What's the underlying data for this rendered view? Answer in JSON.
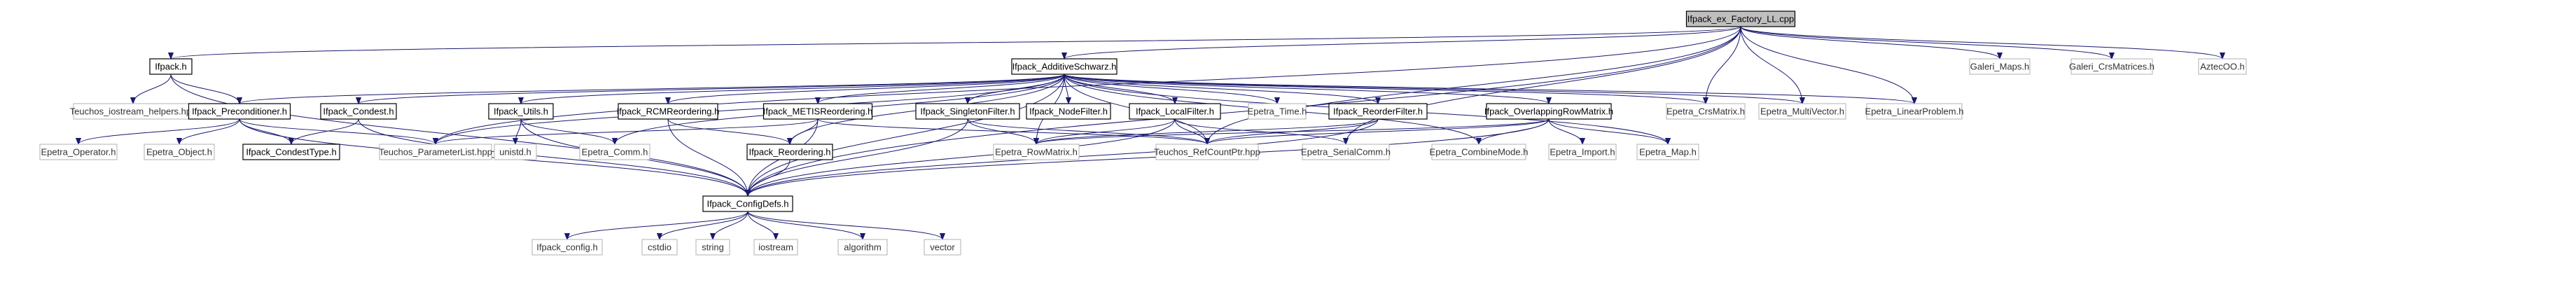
{
  "graph": {
    "title": "Include dependency graph for Ifpack_ex_Factory_LL.cpp",
    "edge_color": "#191970",
    "nodes": [
      {
        "id": "root",
        "label": "Ifpack_ex_Factory_LL.cpp",
        "kind": "current"
      },
      {
        "id": "ifpack_h",
        "label": "Ifpack.h",
        "kind": "documented"
      },
      {
        "id": "teuchos_iostream",
        "label": "Teuchos_iostream_helpers.hpp",
        "kind": "external"
      },
      {
        "id": "precond",
        "label": "Ifpack_Preconditioner.h",
        "kind": "documented"
      },
      {
        "id": "epetra_operator",
        "label": "Epetra_Operator.h",
        "kind": "external"
      },
      {
        "id": "epetra_object",
        "label": "Epetra_Object.h",
        "kind": "external"
      },
      {
        "id": "condest_type",
        "label": "Ifpack_CondestType.h",
        "kind": "documented"
      },
      {
        "id": "condest",
        "label": "Ifpack_Condest.h",
        "kind": "documented"
      },
      {
        "id": "param_list",
        "label": "Teuchos_ParameterList.hpp",
        "kind": "external"
      },
      {
        "id": "utils",
        "label": "Ifpack_Utils.h",
        "kind": "documented"
      },
      {
        "id": "unistd",
        "label": "unistd.h",
        "kind": "external"
      },
      {
        "id": "epetra_comm",
        "label": "Epetra_Comm.h",
        "kind": "external"
      },
      {
        "id": "rcm",
        "label": "Ifpack_RCMReordering.h",
        "kind": "documented"
      },
      {
        "id": "metis",
        "label": "Ifpack_METISReordering.h",
        "kind": "documented"
      },
      {
        "id": "reordering",
        "label": "Ifpack_Reordering.h",
        "kind": "documented"
      },
      {
        "id": "singleton",
        "label": "Ifpack_SingletonFilter.h",
        "kind": "documented"
      },
      {
        "id": "nodefilter",
        "label": "Ifpack_NodeFilter.h",
        "kind": "documented"
      },
      {
        "id": "localfilter",
        "label": "Ifpack_LocalFilter.h",
        "kind": "documented"
      },
      {
        "id": "epetra_rowmatrix",
        "label": "Epetra_RowMatrix.h",
        "kind": "external"
      },
      {
        "id": "rcp",
        "label": "Teuchos_RefCountPtr.hpp",
        "kind": "external"
      },
      {
        "id": "epetra_time",
        "label": "Epetra_Time.h",
        "kind": "external"
      },
      {
        "id": "reorderfilter",
        "label": "Ifpack_ReorderFilter.h",
        "kind": "documented"
      },
      {
        "id": "epetra_serialcomm",
        "label": "Epetra_SerialComm.h",
        "kind": "external"
      },
      {
        "id": "overlap",
        "label": "Ifpack_OverlappingRowMatrix.h",
        "kind": "documented"
      },
      {
        "id": "epetra_combinemode",
        "label": "Epetra_CombineMode.h",
        "kind": "external"
      },
      {
        "id": "epetra_import",
        "label": "Epetra_Import.h",
        "kind": "external"
      },
      {
        "id": "epetra_map",
        "label": "Epetra_Map.h",
        "kind": "external"
      },
      {
        "id": "additive",
        "label": "Ifpack_AdditiveSchwarz.h",
        "kind": "documented"
      },
      {
        "id": "epetra_crsmatrix",
        "label": "Epetra_CrsMatrix.h",
        "kind": "external"
      },
      {
        "id": "epetra_multivector",
        "label": "Epetra_MultiVector.h",
        "kind": "external"
      },
      {
        "id": "epetra_linearproblem",
        "label": "Epetra_LinearProblem.h",
        "kind": "external"
      },
      {
        "id": "galeri_maps",
        "label": "Galeri_Maps.h",
        "kind": "external"
      },
      {
        "id": "galeri_crs",
        "label": "Galeri_CrsMatrices.h",
        "kind": "external"
      },
      {
        "id": "aztecoo",
        "label": "AztecOO.h",
        "kind": "external"
      },
      {
        "id": "configdefs",
        "label": "Ifpack_ConfigDefs.h",
        "kind": "documented"
      },
      {
        "id": "ifpack_config",
        "label": "Ifpack_config.h",
        "kind": "external"
      },
      {
        "id": "cstdio",
        "label": "cstdio",
        "kind": "external"
      },
      {
        "id": "string",
        "label": "string",
        "kind": "external"
      },
      {
        "id": "iostream",
        "label": "iostream",
        "kind": "external"
      },
      {
        "id": "algorithm",
        "label": "algorithm",
        "kind": "external"
      },
      {
        "id": "vector",
        "label": "vector",
        "kind": "external"
      }
    ],
    "edges": [
      [
        "root",
        "ifpack_h"
      ],
      [
        "root",
        "additive"
      ],
      [
        "root",
        "param_list"
      ],
      [
        "root",
        "configdefs"
      ],
      [
        "root",
        "epetra_crsmatrix"
      ],
      [
        "root",
        "epetra_multivector"
      ],
      [
        "root",
        "epetra_linearproblem"
      ],
      [
        "root",
        "galeri_maps"
      ],
      [
        "root",
        "galeri_crs"
      ],
      [
        "root",
        "aztecoo"
      ],
      [
        "root",
        "epetra_serialcomm"
      ],
      [
        "root",
        "rcp"
      ],
      [
        "ifpack_h",
        "teuchos_iostream"
      ],
      [
        "ifpack_h",
        "precond"
      ],
      [
        "ifpack_h",
        "configdefs"
      ],
      [
        "precond",
        "epetra_operator"
      ],
      [
        "precond",
        "epetra_object"
      ],
      [
        "precond",
        "condest_type"
      ],
      [
        "precond",
        "param_list"
      ],
      [
        "precond",
        "configdefs"
      ],
      [
        "condest",
        "condest_type"
      ],
      [
        "condest",
        "configdefs"
      ],
      [
        "utils",
        "unistd"
      ],
      [
        "utils",
        "epetra_comm"
      ],
      [
        "utils",
        "configdefs"
      ],
      [
        "rcm",
        "reordering"
      ],
      [
        "rcm",
        "configdefs"
      ],
      [
        "metis",
        "reordering"
      ],
      [
        "metis",
        "param_list"
      ],
      [
        "metis",
        "rcp"
      ],
      [
        "metis",
        "configdefs"
      ],
      [
        "reordering",
        "configdefs"
      ],
      [
        "singleton",
        "epetra_rowmatrix"
      ],
      [
        "singleton",
        "rcp"
      ],
      [
        "singleton",
        "configdefs"
      ],
      [
        "localfilter",
        "epetra_rowmatrix"
      ],
      [
        "localfilter",
        "rcp"
      ],
      [
        "localfilter",
        "epetra_serialcomm"
      ],
      [
        "localfilter",
        "configdefs"
      ],
      [
        "reorderfilter",
        "epetra_rowmatrix"
      ],
      [
        "reorderfilter",
        "rcp"
      ],
      [
        "reorderfilter",
        "configdefs"
      ],
      [
        "overlap",
        "epetra_rowmatrix"
      ],
      [
        "overlap",
        "rcp"
      ],
      [
        "overlap",
        "epetra_combinemode"
      ],
      [
        "overlap",
        "epetra_import"
      ],
      [
        "overlap",
        "epetra_map"
      ],
      [
        "overlap",
        "configdefs"
      ],
      [
        "additive",
        "precond"
      ],
      [
        "additive",
        "condest"
      ],
      [
        "additive",
        "utils"
      ],
      [
        "additive",
        "rcm"
      ],
      [
        "additive",
        "metis"
      ],
      [
        "additive",
        "reordering"
      ],
      [
        "additive",
        "singleton"
      ],
      [
        "additive",
        "nodefilter"
      ],
      [
        "additive",
        "localfilter"
      ],
      [
        "additive",
        "reorderfilter"
      ],
      [
        "additive",
        "overlap"
      ],
      [
        "additive",
        "epetra_time"
      ],
      [
        "additive",
        "epetra_rowmatrix"
      ],
      [
        "additive",
        "epetra_comm"
      ],
      [
        "additive",
        "epetra_crsmatrix"
      ],
      [
        "additive",
        "epetra_multivector"
      ],
      [
        "additive",
        "epetra_linearproblem"
      ],
      [
        "additive",
        "epetra_map"
      ],
      [
        "additive",
        "epetra_combinemode"
      ],
      [
        "additive",
        "param_list"
      ],
      [
        "additive",
        "rcp"
      ],
      [
        "additive",
        "configdefs"
      ],
      [
        "configdefs",
        "ifpack_config"
      ],
      [
        "configdefs",
        "cstdio"
      ],
      [
        "configdefs",
        "string"
      ],
      [
        "configdefs",
        "iostream"
      ],
      [
        "configdefs",
        "algorithm"
      ],
      [
        "configdefs",
        "vector"
      ]
    ]
  }
}
